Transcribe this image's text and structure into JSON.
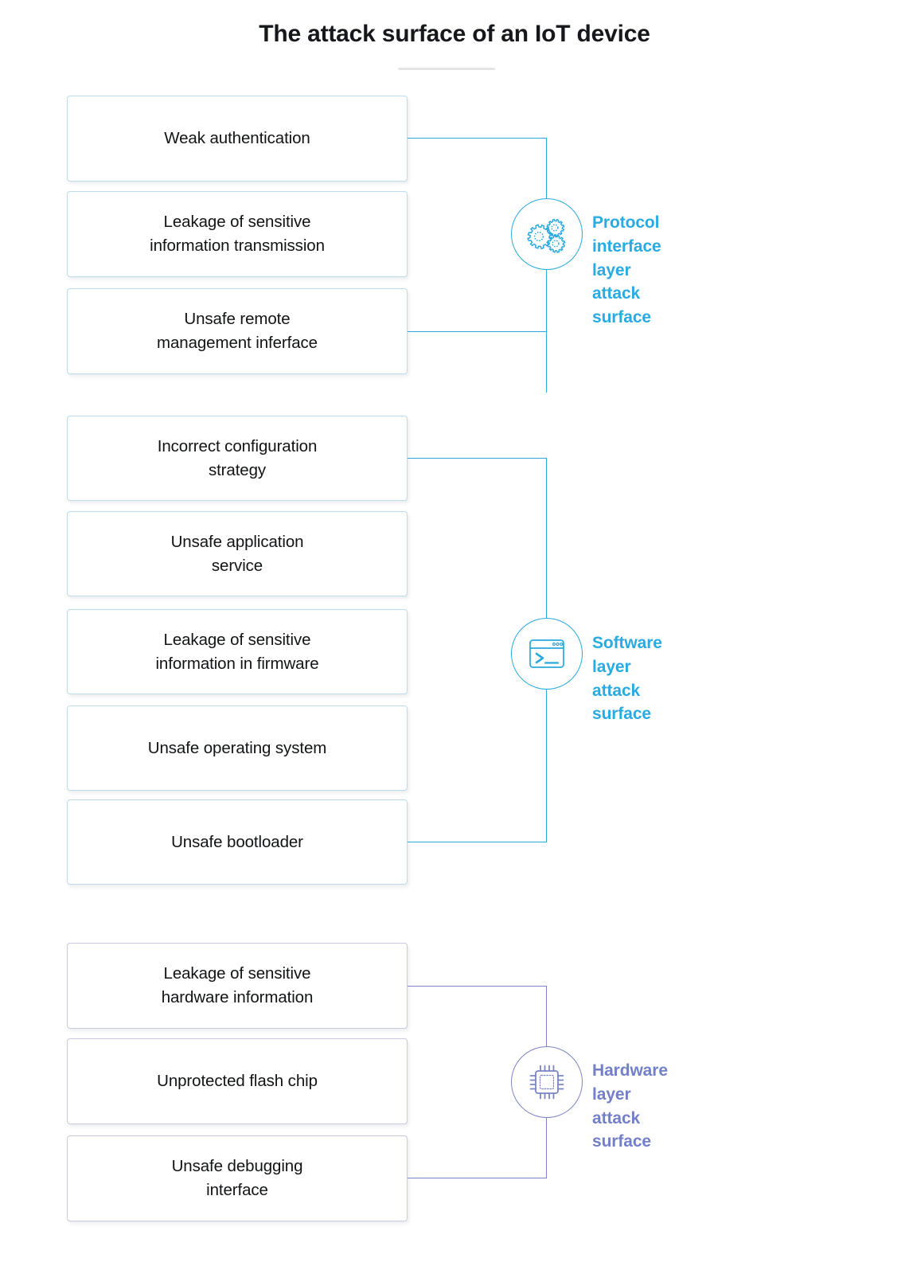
{
  "title": "The attack surface of an IoT device",
  "colors": {
    "protocol_accent": "#29abe2",
    "software_accent": "#29abe2",
    "hardware_accent": "#7380c8",
    "box_border_blue": "#bcdcea",
    "box_border_purple": "#c9cadf",
    "text": "#111315",
    "divider": "#e4e4e6"
  },
  "groups": [
    {
      "id": "protocol",
      "heading": "Protocol interface\nlayer attack surface",
      "icon": "gears-icon",
      "accent": "#29abe2",
      "items": [
        {
          "label": "Weak authentication"
        },
        {
          "label": "Leakage of sensitive\ninformation transmission"
        },
        {
          "label": "Unsafe remote\nmanagement inferface"
        }
      ]
    },
    {
      "id": "software",
      "heading": "Software layer\nattack surface",
      "icon": "terminal-icon",
      "accent": "#29abe2",
      "items": [
        {
          "label": "Incorrect configuration\nstrategy"
        },
        {
          "label": "Unsafe application\nservice"
        },
        {
          "label": "Leakage of sensitive\ninformation in firmware"
        },
        {
          "label": "Unsafe operating system"
        },
        {
          "label": "Unsafe bootloader"
        }
      ]
    },
    {
      "id": "hardware",
      "heading": "Hardware layer\nattack surface",
      "icon": "cpu-chip-icon",
      "accent": "#7380c8",
      "items": [
        {
          "label": "Leakage of sensitive\nhardware information"
        },
        {
          "label": "Unprotected flash chip"
        },
        {
          "label": "Unsafe debugging\ninterface"
        }
      ]
    }
  ]
}
